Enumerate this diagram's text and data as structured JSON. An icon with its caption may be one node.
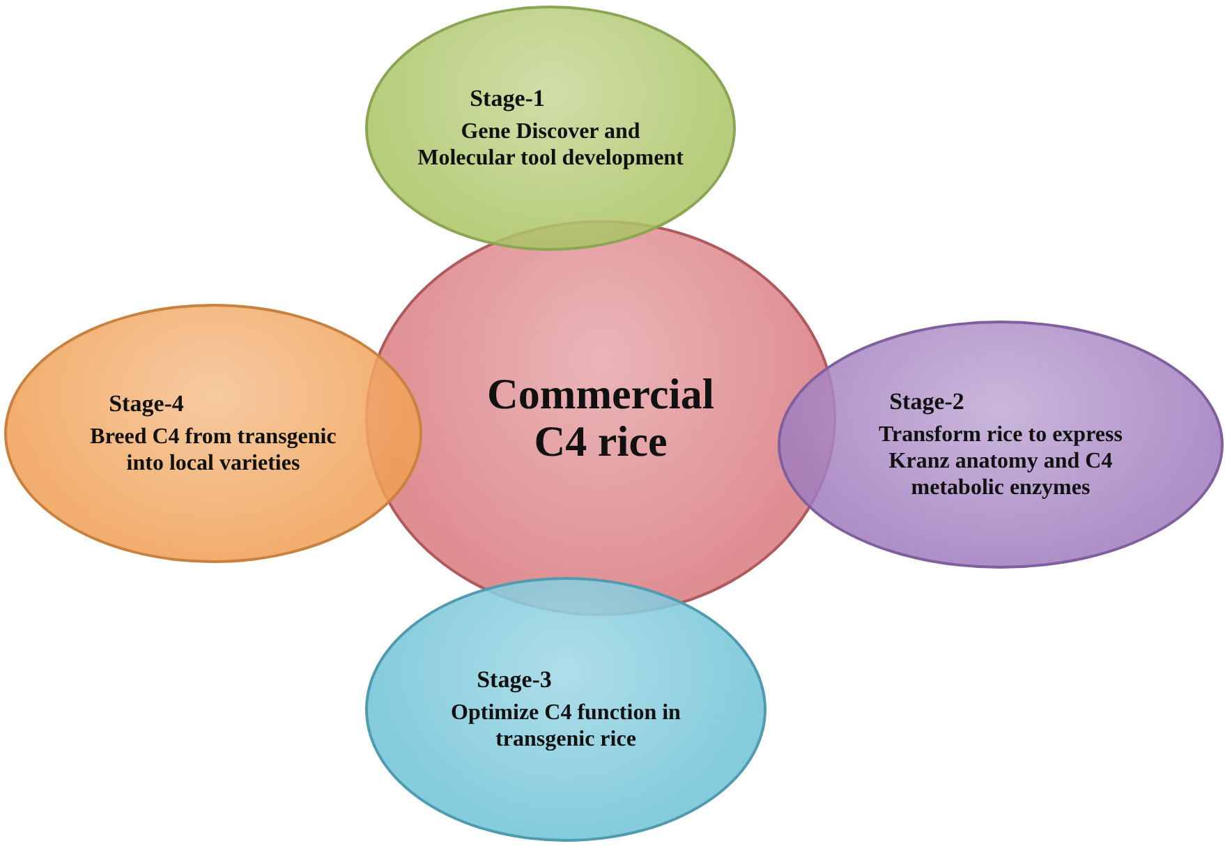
{
  "diagram": {
    "nodes": [
      {
        "text": [
          "Stage-1",
          "Gene Discover and Molecular tool development"
        ]
      },
      {
        "text": [
          "Stage-4",
          "Breed C4 from transgenic into local varieties"
        ]
      },
      {
        "text": [
          "Commercial C4 rice"
        ]
      },
      {
        "text": [
          "Stage-2",
          "Transform rice to express Kranz anatomy and C4 metabolic enzymes"
        ]
      },
      {
        "text": [
          "Stage-3",
          "Optimize C4 function in transgenic rice"
        ]
      }
    ],
    "edges": []
  }
}
